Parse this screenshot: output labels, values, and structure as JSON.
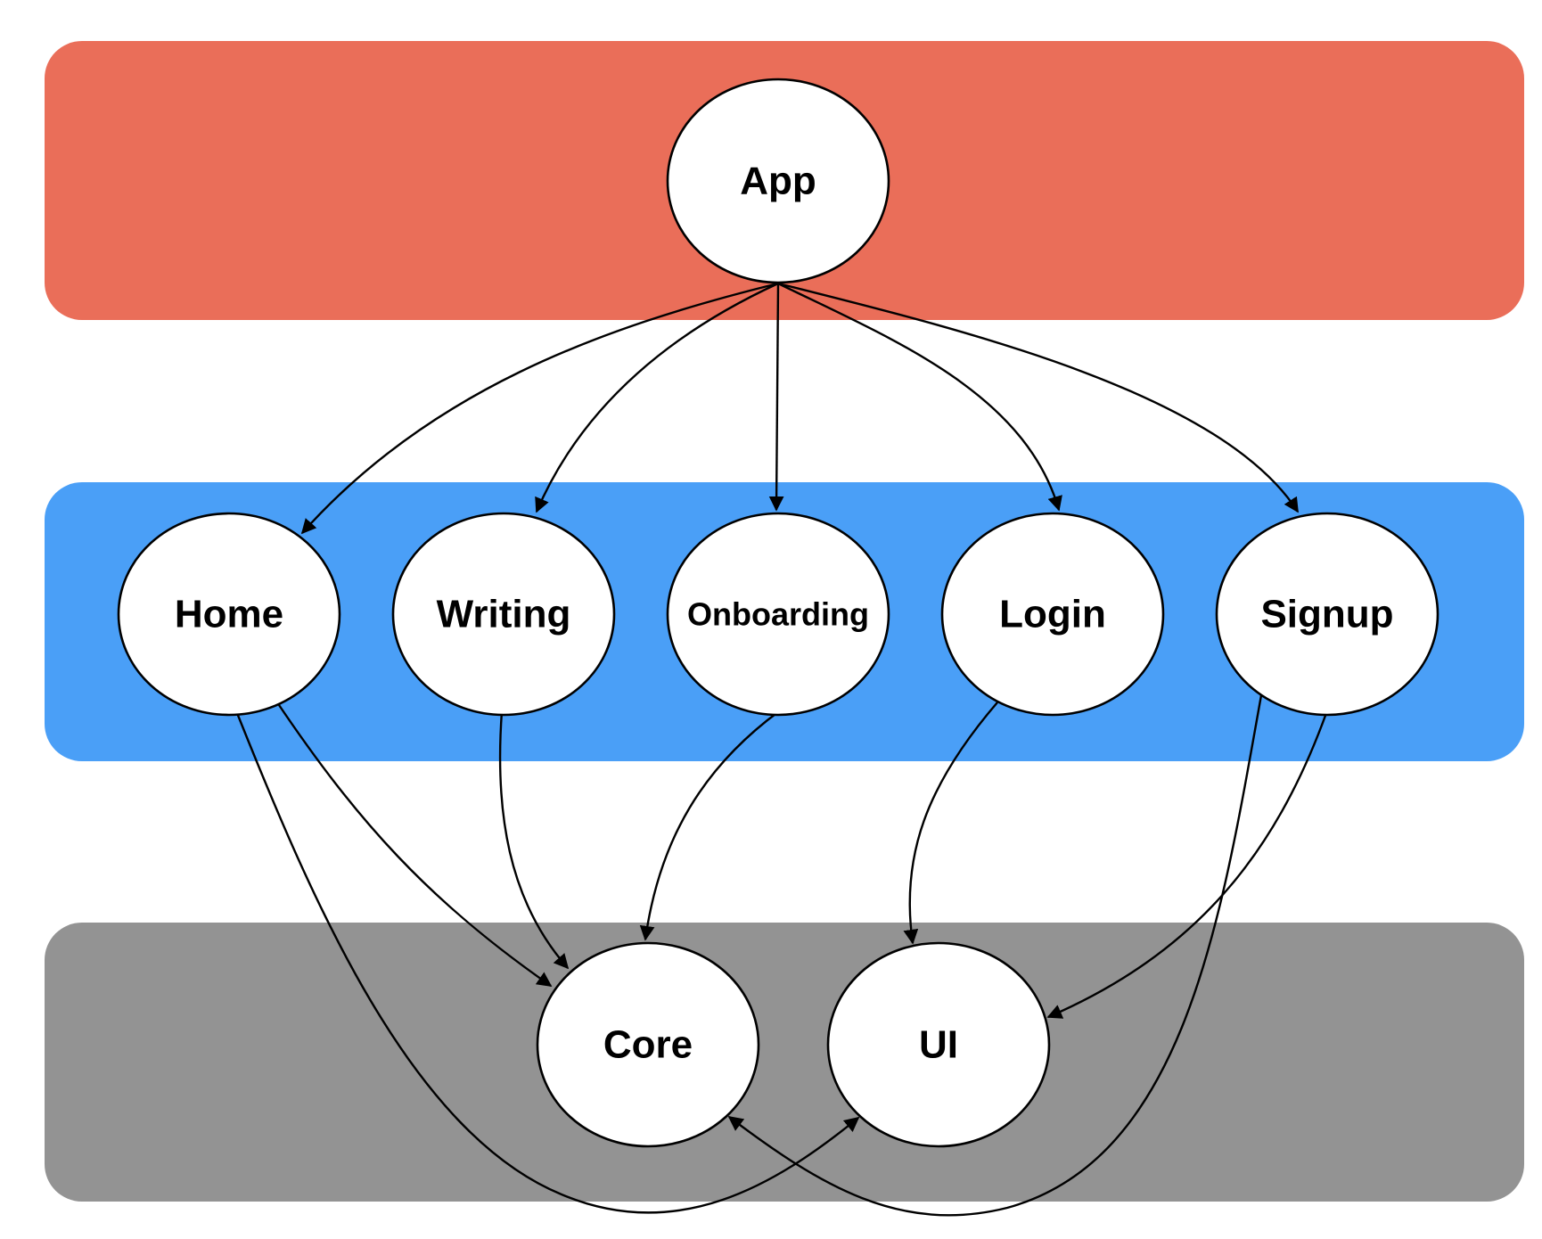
{
  "colors": {
    "app_layer": "#EA6E59",
    "feature_layer": "#4A9FF7",
    "base_layer": "#939393",
    "node_fill": "#FFFFFF",
    "edge": "#000000"
  },
  "layers": [
    {
      "id": "app-layer",
      "color_key": "app_layer"
    },
    {
      "id": "feature-layer",
      "color_key": "feature_layer"
    },
    {
      "id": "base-layer",
      "color_key": "base_layer"
    }
  ],
  "nodes": {
    "app": "App",
    "home": "Home",
    "writing": "Writing",
    "onboarding": "Onboarding",
    "login": "Login",
    "signup": "Signup",
    "core": "Core",
    "ui": "UI"
  },
  "edges": [
    {
      "from": "app",
      "to": "home"
    },
    {
      "from": "app",
      "to": "writing"
    },
    {
      "from": "app",
      "to": "onboarding"
    },
    {
      "from": "app",
      "to": "login"
    },
    {
      "from": "app",
      "to": "signup"
    },
    {
      "from": "home",
      "to": "core"
    },
    {
      "from": "home",
      "to": "ui"
    },
    {
      "from": "writing",
      "to": "core"
    },
    {
      "from": "onboarding",
      "to": "core"
    },
    {
      "from": "login",
      "to": "ui"
    },
    {
      "from": "signup",
      "to": "ui"
    },
    {
      "from": "signup",
      "to": "core"
    }
  ]
}
